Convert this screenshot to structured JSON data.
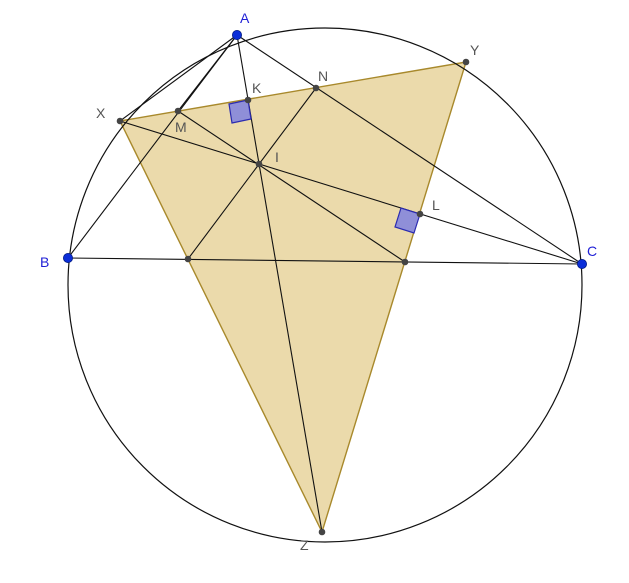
{
  "labels": {
    "A": "A",
    "B": "B",
    "C": "C",
    "X": "X",
    "Y": "Y",
    "Z": "Z",
    "I": "I",
    "K": "K",
    "L": "L",
    "M": "M",
    "N": "N"
  },
  "colors": {
    "triangle_fill": "#e8d39c",
    "triangle_stroke": "#a8892c",
    "main_point": "#0b2ed8",
    "aux_point": "#444444",
    "right_angle_fill": "#8f8fd8",
    "label_blue": "#1f1fd6",
    "label_gray": "#555555"
  }
}
